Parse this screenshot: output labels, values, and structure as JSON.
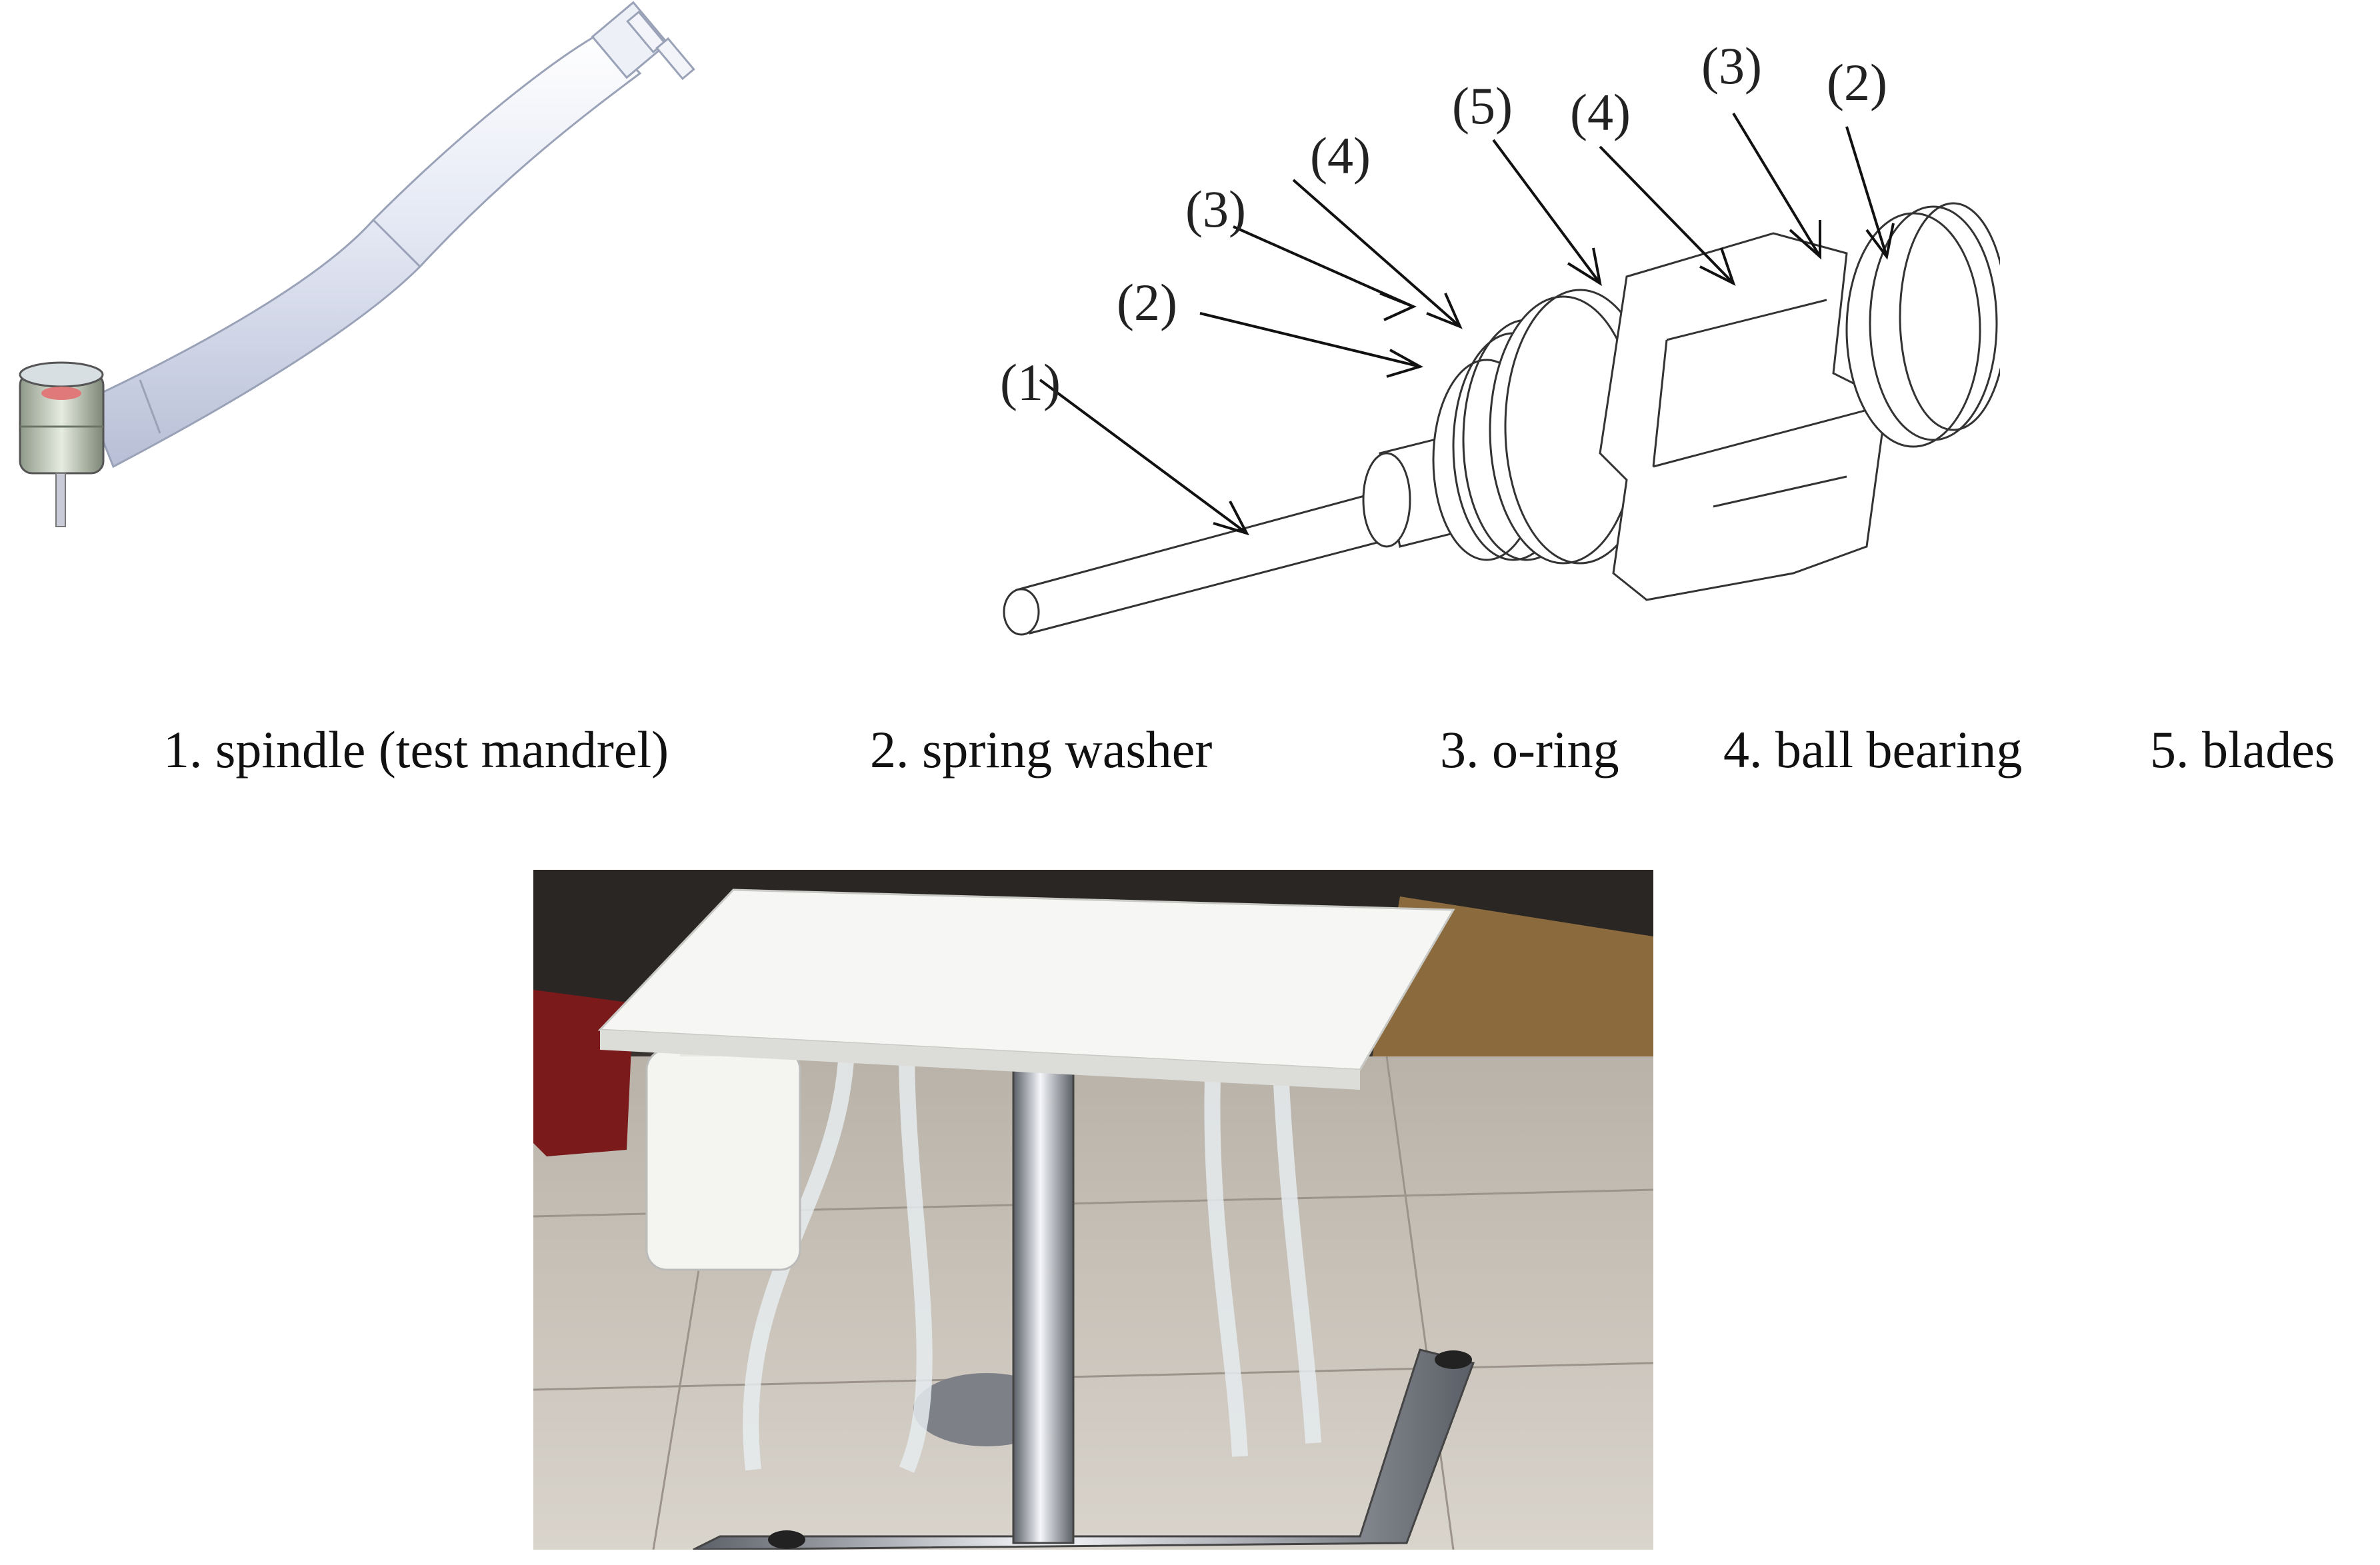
{
  "callouts": {
    "c1": "(1)",
    "c2a": "(2)",
    "c3a": "(3)",
    "c4a": "(4)",
    "c5": "(5)",
    "c4b": "(4)",
    "c3b": "(3)",
    "c2b": "(2)"
  },
  "legend": [
    {
      "text": "1. spindle (test mandrel)"
    },
    {
      "text": "2. spring washer"
    },
    {
      "text": "3. o-ring"
    },
    {
      "text": "4. ball bearing"
    },
    {
      "text": "5. blades"
    }
  ]
}
